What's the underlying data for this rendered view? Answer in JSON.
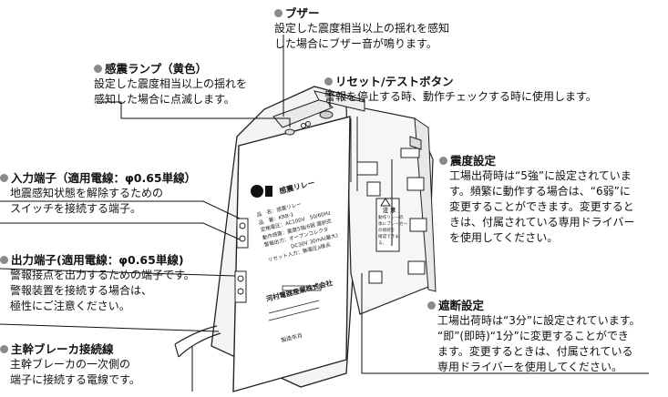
{
  "callouts": {
    "buzzer": {
      "title": "ブザー",
      "lines": [
        "設定した震度相当以上の揺れを感知",
        "した場合にブザー音が鳴ります。"
      ]
    },
    "lamp": {
      "title": "感震ランプ（黄色）",
      "lines": [
        "設定した震度相当以上の揺れを",
        "感知した場合に点滅します。"
      ]
    },
    "reset": {
      "title": "リセット/テストボタン",
      "lines": [
        "警報を停止する時、動作チェックする時に使用します。"
      ]
    },
    "seismic": {
      "title": "震度設定",
      "lines": [
        "工場出荷時は“5強”に設定されていま",
        "す。頻繁に動作する場合は、“6弱”に",
        "変更することができます。変更すると",
        "きは、付属されている専用ドライバー",
        "を使用してください。"
      ]
    },
    "input": {
      "title": "入力端子（適用電線：φ0.65単線）",
      "lines": [
        "地震感知状態を解除するための",
        "スイッチを接続する端子。"
      ]
    },
    "output": {
      "title": "出力端子(適用電線：φ0.65単線)",
      "lines": [
        "警報接点を出力するための端子です。",
        "警報装置を接続する場合は、",
        "極性にご注意ください。"
      ]
    },
    "cutoff": {
      "title": "遮断設定",
      "lines": [
        "工場出荷時は“3分”に設定されています。",
        "“即”(即時)“1分”に変更することができ",
        "ます。変更するときは、付属されている",
        "専用ドライバーを使用してください。"
      ]
    },
    "breaker": {
      "title": "主幹ブレーカ接続線",
      "lines": [
        "主幹ブレーカの一次側の",
        "端子に接続する電線です。"
      ]
    }
  },
  "device": {
    "product_name": "感震リレー",
    "spec_lines": [
      "品　名：感震リレー",
      "品　番：KRB-1",
      "定格電圧：AC100V　50/60Hz",
      "動作感度：震度5強/6弱 選択式",
      "警報出力：オープンコレクタ",
      "　　　　　DC30V 30mA(最大)",
      "リセット入力：無電圧a接点"
    ],
    "maker": "河村電器産業株式会社",
    "date_label": "製造年月",
    "warning_title": "注 意",
    "warning_lines": [
      "動作リレーの",
      "後にブレーカー",
      "の接続を",
      "確認できま",
      "る。"
    ]
  }
}
